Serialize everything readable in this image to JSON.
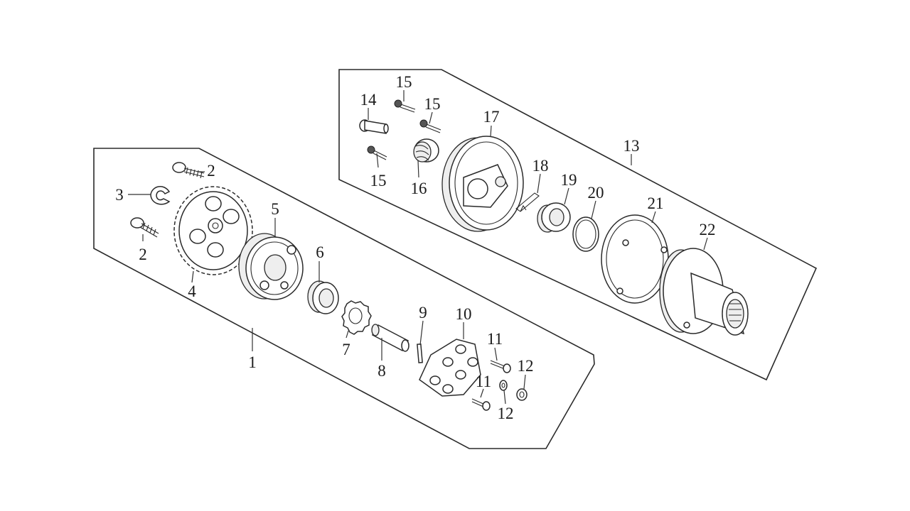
{
  "diagram": {
    "callouts": [
      "1",
      "2",
      "2",
      "3",
      "4",
      "5",
      "6",
      "7",
      "8",
      "9",
      "10",
      "11",
      "11",
      "12",
      "12",
      "13",
      "14",
      "15",
      "15",
      "15",
      "16",
      "17",
      "18",
      "19",
      "20",
      "21",
      "22"
    ]
  },
  "colors": {
    "line": "#2a2a2a",
    "background": "#ffffff"
  }
}
